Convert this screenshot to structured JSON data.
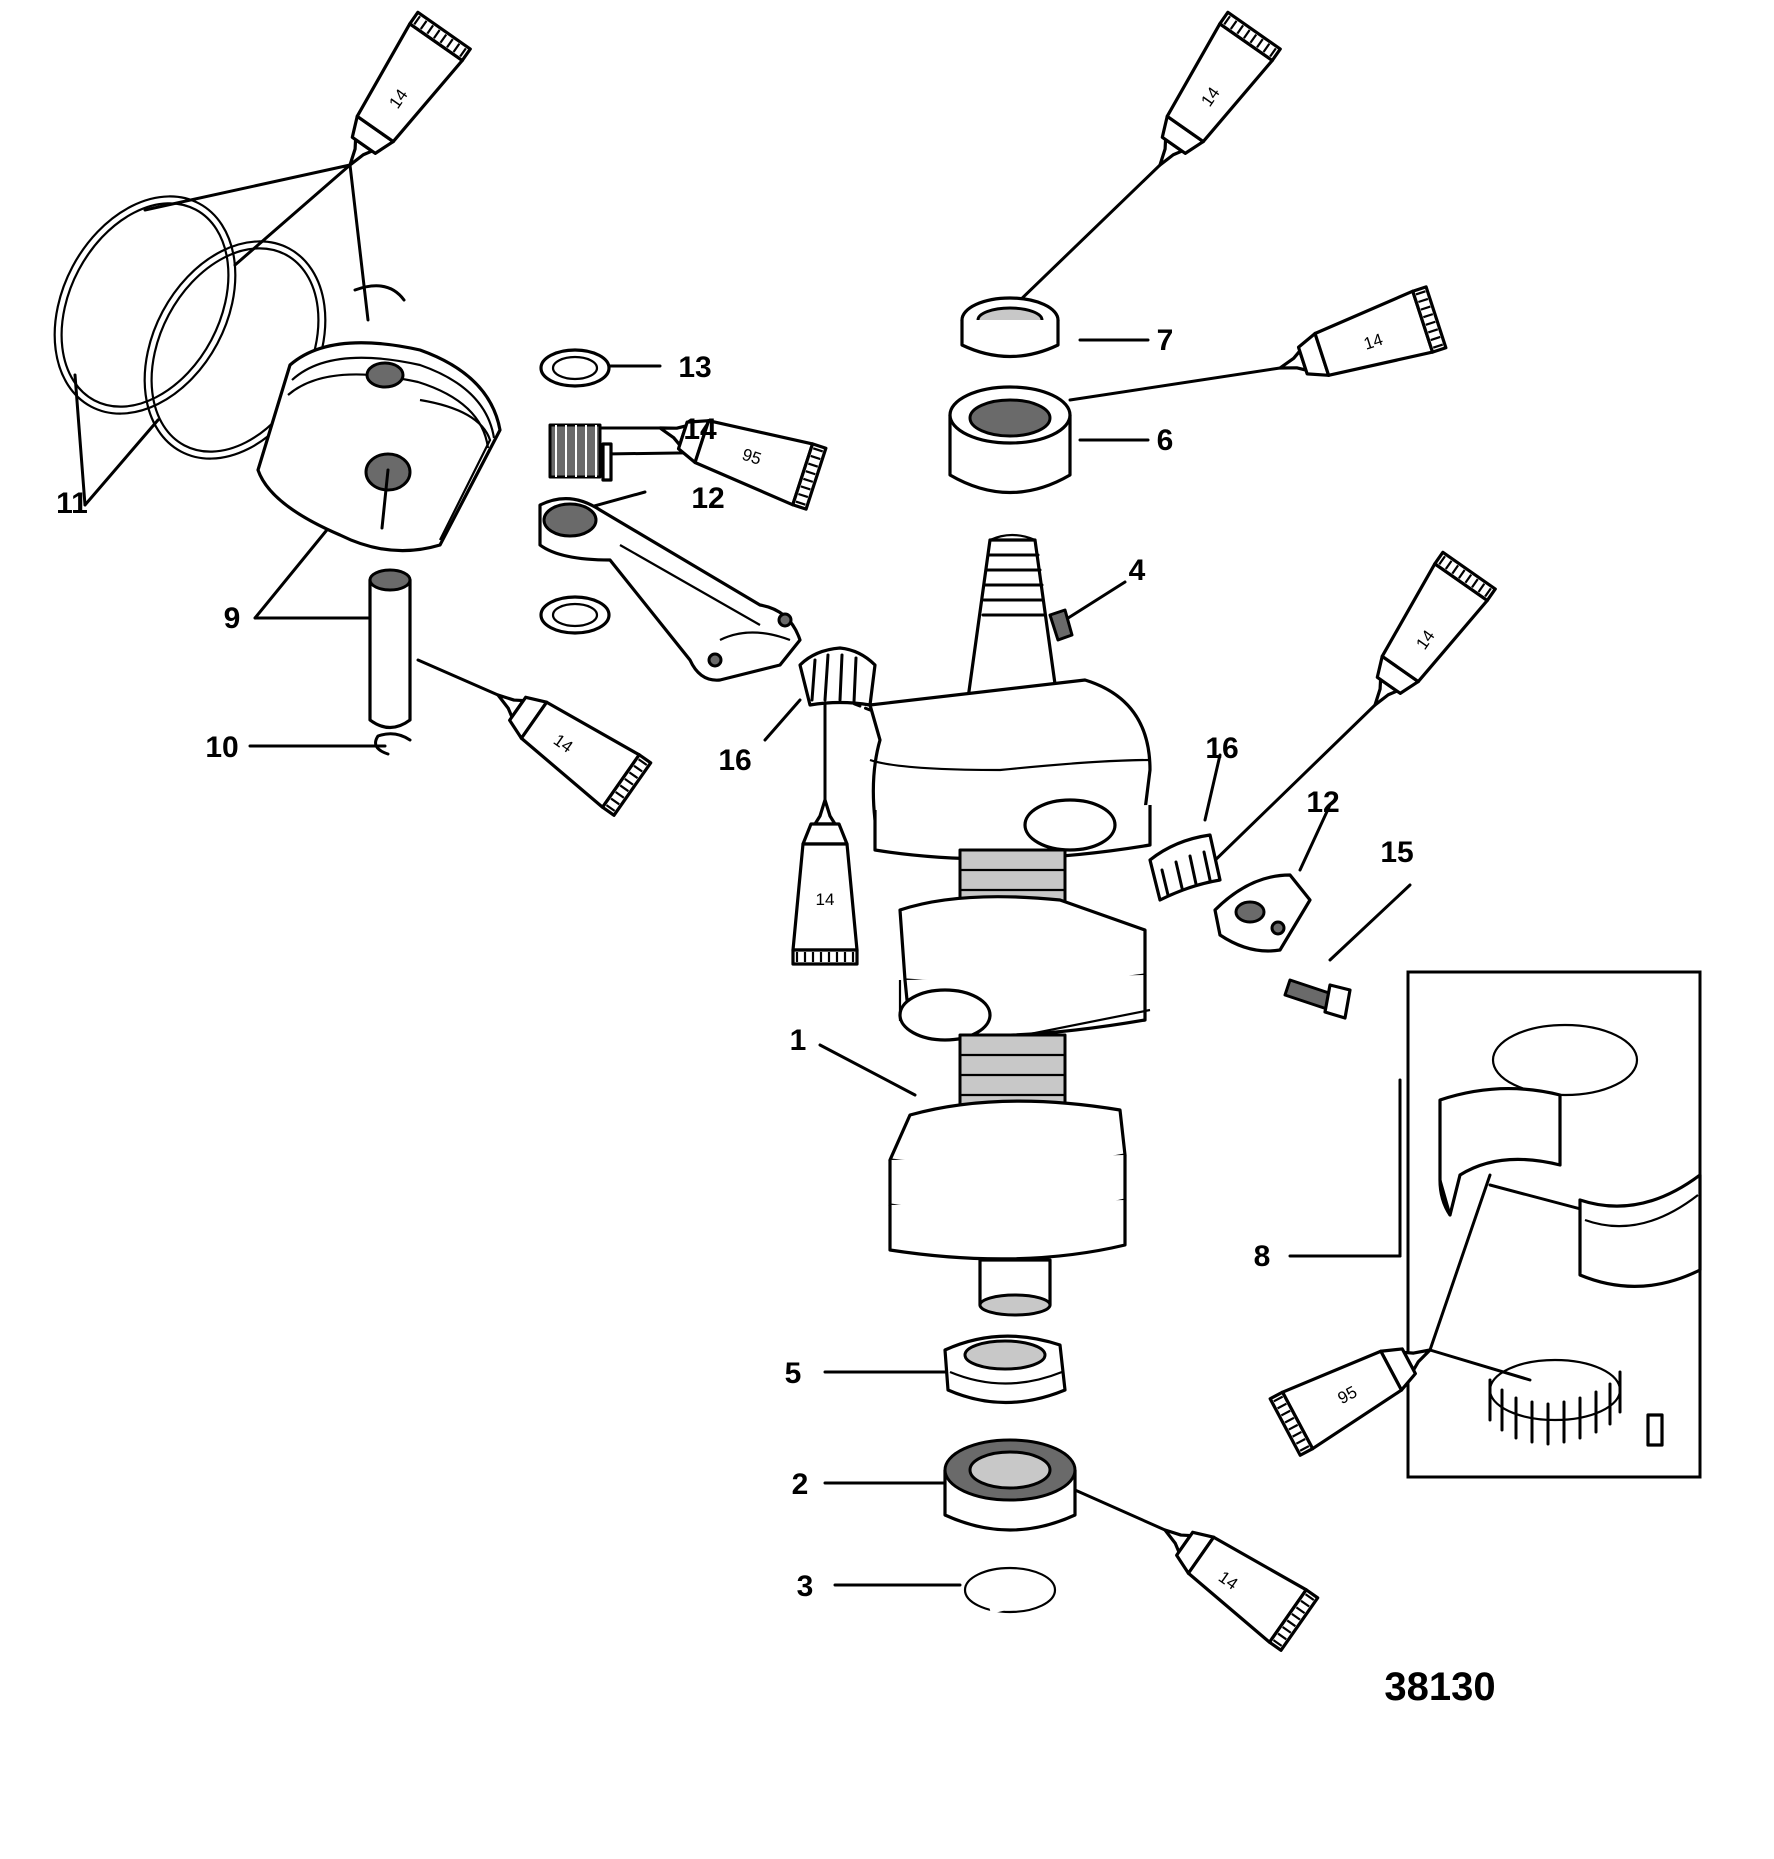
{
  "diagram": {
    "callouts": [
      "1",
      "2",
      "3",
      "4",
      "5",
      "6",
      "7",
      "8",
      "9",
      "10",
      "11",
      "12",
      "12",
      "13",
      "14",
      "15",
      "16",
      "16"
    ],
    "lubricant_tubes": [
      "14",
      "14",
      "14",
      "14",
      "14",
      "14",
      "14",
      "95",
      "95"
    ],
    "figure_number": "38130"
  }
}
